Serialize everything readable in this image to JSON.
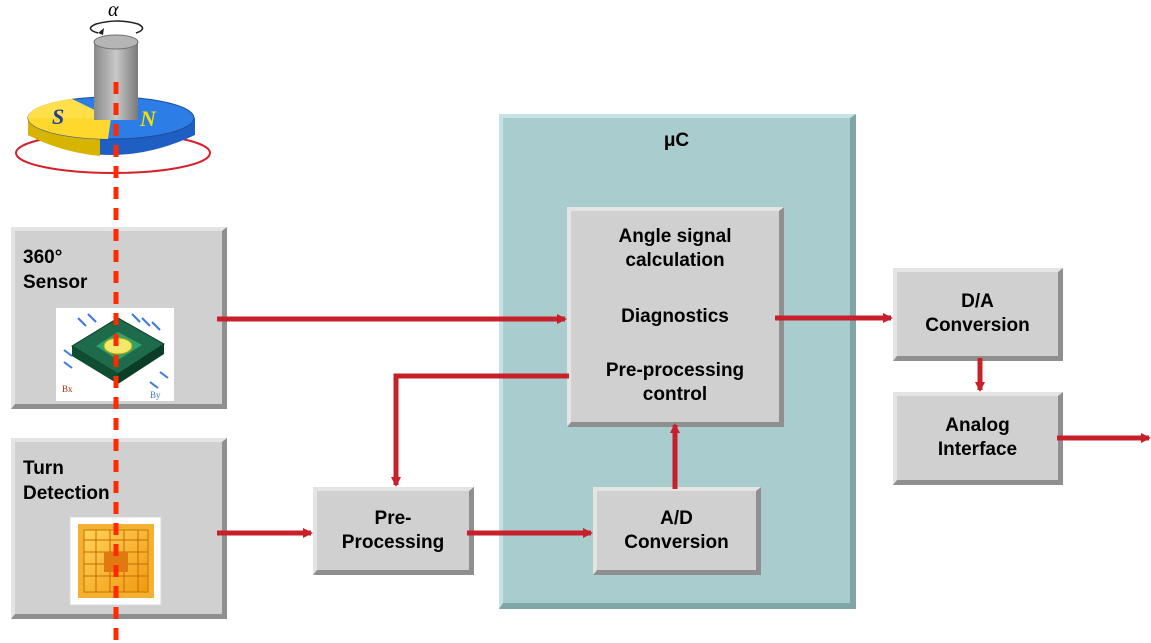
{
  "microcontroller": {
    "title": "μC"
  },
  "blocks": {
    "sensor": {
      "line1": "360°",
      "line2": "Sensor"
    },
    "turn_detection": {
      "line1": "Turn",
      "line2": "Detection"
    },
    "preprocessing": {
      "line1": "Pre-",
      "line2": "Processing"
    },
    "ad_conversion": {
      "line1": "A/D",
      "line2": "Conversion"
    },
    "angle_block": {
      "line1": "Angle signal",
      "line2": "calculation",
      "line3": "Diagnostics",
      "line4": "Pre-processing",
      "line5": "control"
    },
    "da_conversion": {
      "line1": "D/A",
      "line2": "Conversion"
    },
    "analog_interface": {
      "line1": "Analog",
      "line2": "Interface"
    }
  },
  "chip_labels": {
    "bx": "Bx",
    "by": "By"
  },
  "magnet": {
    "rotation_symbol": "α",
    "south": "S",
    "north": "N"
  },
  "colors": {
    "arrow": "#c8202a",
    "axis_line": "#ff2a00",
    "uc_fill": "#a9cdce",
    "box_fill": "#d0d0d0"
  }
}
